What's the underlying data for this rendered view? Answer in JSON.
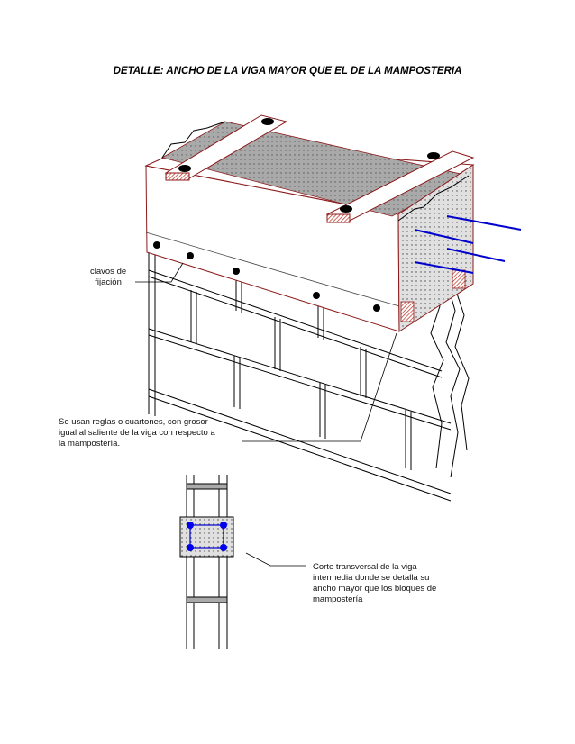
{
  "title": "DETALLE:  ANCHO DE LA VIGA MAYOR QUE EL DE LA MAMPOSTERIA",
  "labels": {
    "nails": [
      "clavos de",
      "fijación"
    ],
    "boards": [
      "Se usan reglas o cuartones, con grosor",
      "igual al saliente de la viga con respecto a",
      "la mampostería."
    ],
    "section": [
      "Corte transversal de la viga",
      "intermedia donde se detalla su",
      "ancho mayor que los bloques de",
      "mampostería"
    ]
  },
  "colors": {
    "outline": "#8b1a1a",
    "rebar": "#0000cc",
    "concrete": "#a8a8a8",
    "hatch": "#c0392b"
  }
}
